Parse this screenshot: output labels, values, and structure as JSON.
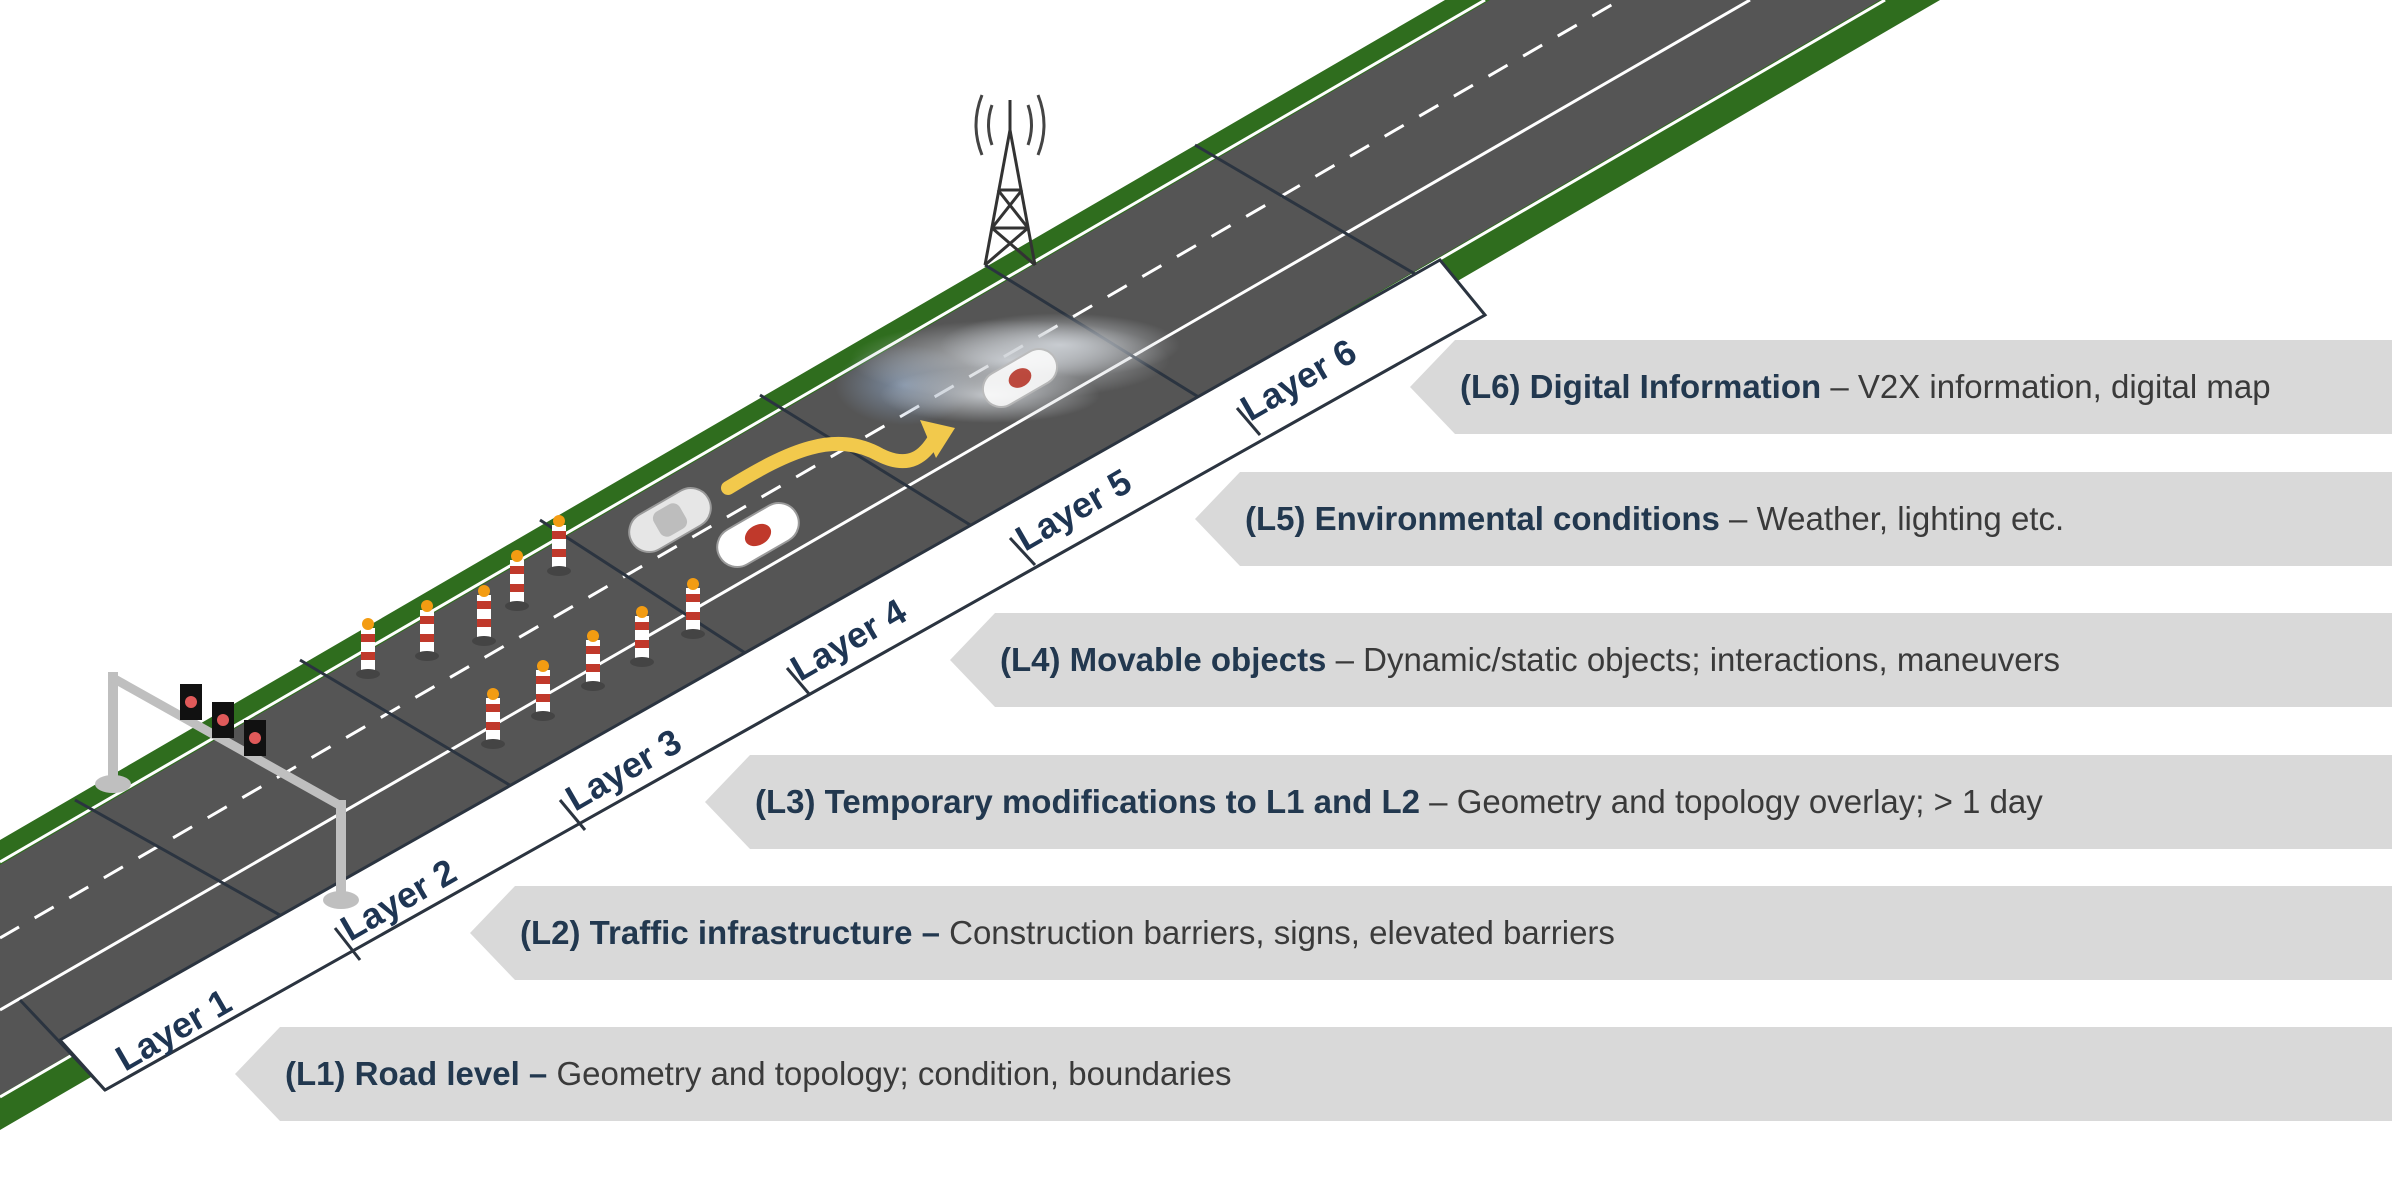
{
  "layers": [
    {
      "id": "L1",
      "label": "Layer 1",
      "code": "(L1)",
      "title": "Road level",
      "separator": " – ",
      "description": "Geometry  and topology;  condition,  boundaries",
      "bold_separator": true
    },
    {
      "id": "L2",
      "label": "Layer 2",
      "code": "(L2)",
      "title": "Traffic infrastructure",
      "separator": " – ",
      "description": "Construction barriers, signs, elevated barriers",
      "bold_separator": true
    },
    {
      "id": "L3",
      "label": "Layer 3",
      "code": "(L3)",
      "title": "Temporary modifications to L1 and L2",
      "separator": " – ",
      "description": "Geometry  and topology  overlay; > 1 day",
      "bold_separator": false
    },
    {
      "id": "L4",
      "label": "Layer 4",
      "code": "(L4)",
      "title": "Movable objects",
      "separator": " – ",
      "description": "Dynamic/static objects; interactions, maneuvers",
      "bold_separator": false
    },
    {
      "id": "L5",
      "label": "Layer 5",
      "code": "(L5)",
      "title": "Environmental conditions",
      "separator": " – ",
      "description": "Weather, lighting etc.",
      "bold_separator": false
    },
    {
      "id": "L6",
      "label": "Layer 6",
      "code": "(L6)",
      "title": "Digital Information",
      "separator": " – ",
      "description": "V2X information,  digital map",
      "bold_separator": false
    }
  ],
  "colors": {
    "grass": "#2f6d1e",
    "road": "#5a5a5a",
    "road_dark": "#4f4f4f",
    "lane_line": "#ffffff",
    "divider": "#2b3440",
    "label_text": "#1e3553",
    "banner_bg": "#d9d9d9",
    "title_text": "#22384f",
    "desc_text": "#3a3a3a",
    "arrow": "#f2c94c",
    "cone_red": "#c0392b",
    "cone_light": "#f39c12"
  },
  "icons": [
    "gantry-sign-icon",
    "traffic-cone-icon",
    "car-icon",
    "arrow-icon",
    "radio-tower-icon",
    "cloud-icon"
  ]
}
